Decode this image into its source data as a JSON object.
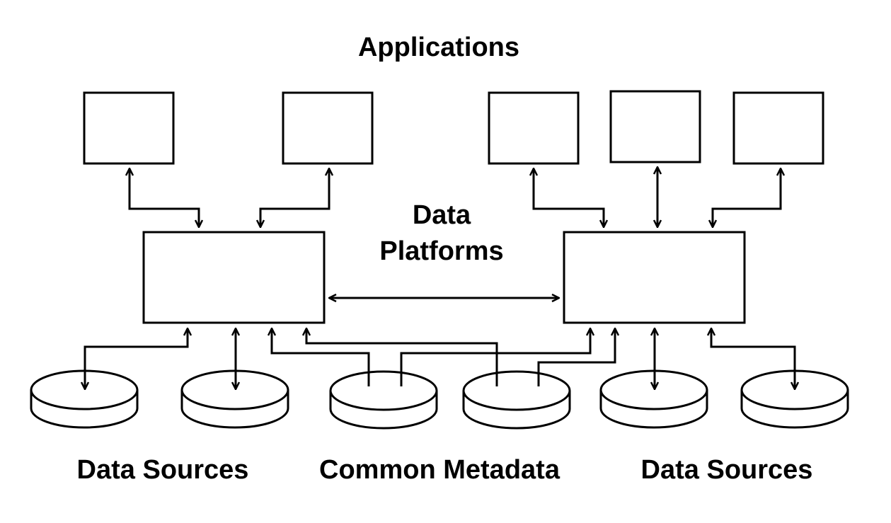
{
  "labels": {
    "applications": "Applications",
    "data_platforms_line1": "Data",
    "data_platforms_line2": "Platforms",
    "data_sources_left": "Data Sources",
    "common_metadata": "Common Metadata",
    "data_sources_right": "Data Sources"
  },
  "colors": {
    "stroke": "#000000",
    "fill": "#ffffff",
    "text": "#000000"
  }
}
